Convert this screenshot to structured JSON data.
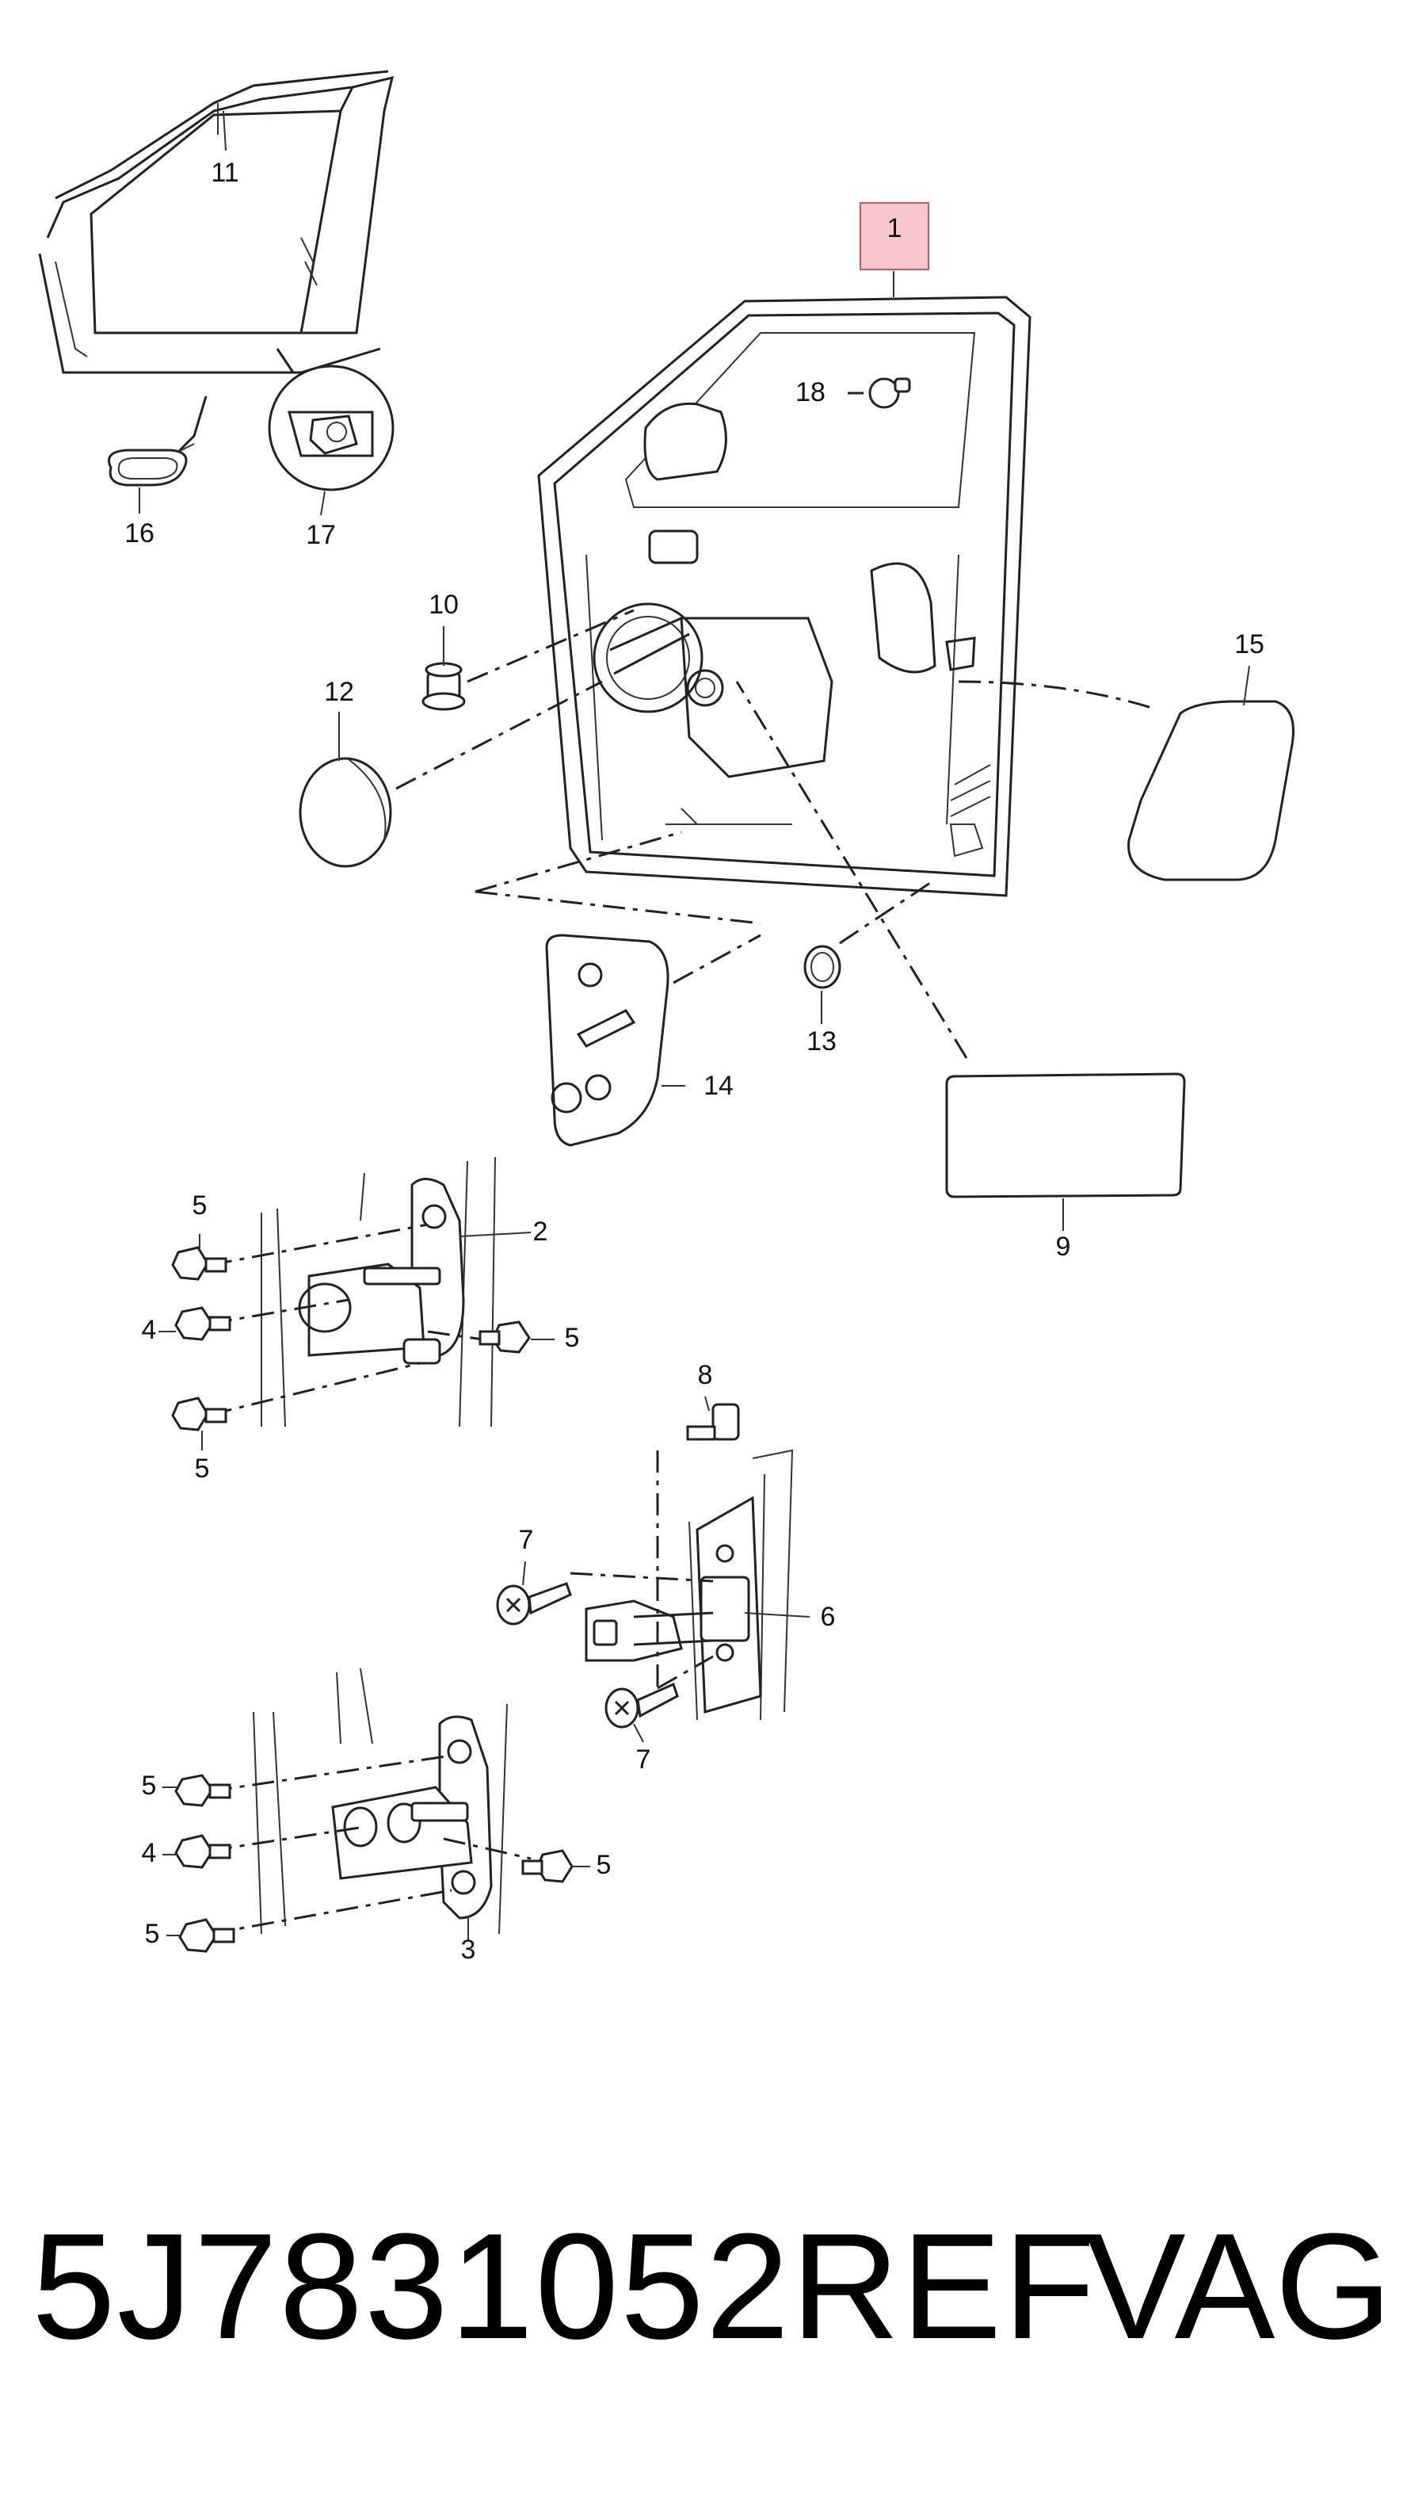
{
  "diagram": {
    "callouts": [
      "1",
      "2",
      "3",
      "4",
      "5",
      "6",
      "7",
      "8",
      "9",
      "10",
      "11",
      "12",
      "13",
      "14",
      "15",
      "16",
      "17",
      "18"
    ],
    "highlighted_callout": "1",
    "highlight_color": "#f7c9cf",
    "highlight_border": "#d0555f",
    "footer": {
      "part_number": "5J7831052REF",
      "brand": "VAG"
    }
  }
}
